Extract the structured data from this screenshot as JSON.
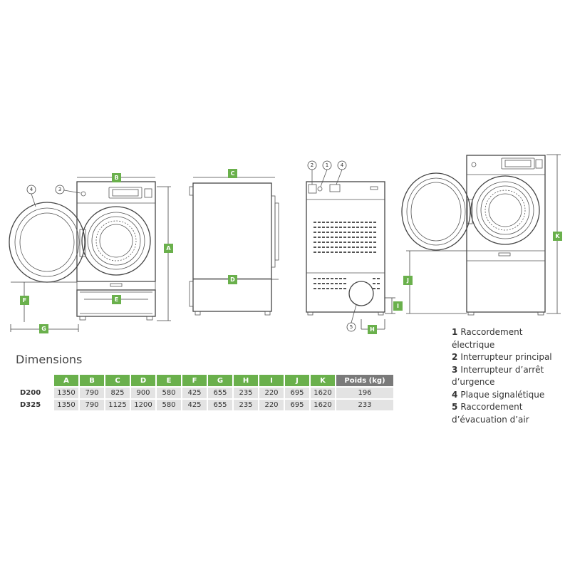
{
  "badges": {
    "A": "A",
    "B": "B",
    "C": "C",
    "D": "D",
    "E": "E",
    "F": "F",
    "G": "G",
    "H": "H",
    "I": "I",
    "J": "J",
    "K": "K"
  },
  "callouts": {
    "c1": "1",
    "c2": "2",
    "c3": "3",
    "c4": "4",
    "c5": "5"
  },
  "dimensions_title": "Dimensions",
  "table": {
    "headers": [
      "A",
      "B",
      "C",
      "D",
      "E",
      "F",
      "G",
      "H",
      "I",
      "J",
      "K",
      "Poids (kg)"
    ],
    "rows": [
      {
        "model": "D200",
        "values": [
          "1350",
          "790",
          "825",
          "900",
          "580",
          "425",
          "655",
          "235",
          "220",
          "695",
          "1620",
          "196"
        ]
      },
      {
        "model": "D325",
        "values": [
          "1350",
          "790",
          "1125",
          "1200",
          "580",
          "425",
          "655",
          "235",
          "220",
          "695",
          "1620",
          "233"
        ]
      }
    ]
  },
  "legend": [
    {
      "num": "1",
      "text": "Raccordement électrique"
    },
    {
      "num": "2",
      "text": "Interrupteur principal"
    },
    {
      "num": "3",
      "text": "Interrupteur d’arrêt d’urgence"
    },
    {
      "num": "4",
      "text": "Plaque signalétique"
    },
    {
      "num": "5",
      "text": "Raccordement d’évacuation d’air"
    }
  ],
  "colors": {
    "accent": "#6ab04c",
    "poids_header": "#7a7a7a",
    "cell_bg": "#e3e3e3"
  }
}
